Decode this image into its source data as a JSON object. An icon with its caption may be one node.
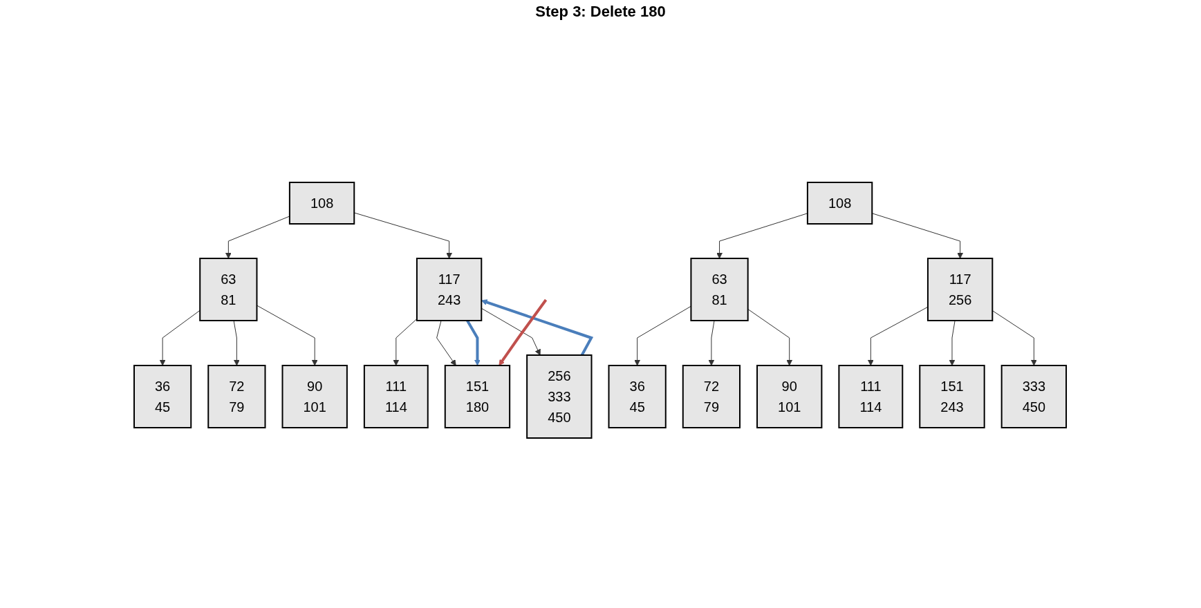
{
  "diagram": {
    "nodes": [
      {
        "text": [
          "108"
        ]
      },
      {
        "text": [
          "63",
          "81"
        ]
      },
      {
        "text": [
          "117",
          "243"
        ]
      },
      {
        "text": [
          "36",
          "45"
        ]
      },
      {
        "text": [
          "72",
          "79"
        ]
      },
      {
        "text": [
          "90",
          "101"
        ]
      },
      {
        "text": [
          "111",
          "114"
        ]
      },
      {
        "text": [
          "151",
          "180"
        ]
      },
      {
        "text": [
          "256",
          "333",
          "450"
        ]
      },
      {
        "text": [
          "108"
        ]
      },
      {
        "text": [
          "63",
          "81"
        ]
      },
      {
        "text": [
          "117",
          "256"
        ]
      },
      {
        "text": [
          "36",
          "45"
        ]
      },
      {
        "text": [
          "72",
          "79"
        ]
      },
      {
        "text": [
          "90",
          "101"
        ]
      },
      {
        "text": [
          "111",
          "114"
        ]
      },
      {
        "text": [
          "151",
          "243"
        ]
      },
      {
        "text": [
          "333",
          "450"
        ]
      }
    ],
    "edges": [
      {
        "from": 0,
        "to": 1,
        "arrow": "to"
      },
      {
        "from": 0,
        "to": 2,
        "arrow": "to"
      },
      {
        "from": 1,
        "to": 3,
        "arrow": "to"
      },
      {
        "from": 1,
        "to": 4,
        "arrow": "to"
      },
      {
        "from": 1,
        "to": 5,
        "arrow": "to"
      },
      {
        "from": 2,
        "to": 6,
        "arrow": "to"
      },
      {
        "from": 2,
        "to": 7,
        "arrow": "to"
      },
      {
        "from": 2,
        "to": 8,
        "arrow": "to"
      },
      {
        "from": 2,
        "to": 7,
        "arrow": "to",
        "style": "thick",
        "color": "#4a7ebb"
      },
      {
        "from": 8,
        "to": 2,
        "arrow": "to",
        "style": "thick",
        "color": "#4a7ebb"
      },
      {
        "from": null,
        "to": 7,
        "arrow": "to",
        "style": "thick",
        "color": "#c0504d"
      },
      {
        "from": 9,
        "to": 10,
        "arrow": "to"
      },
      {
        "from": 9,
        "to": 11,
        "arrow": "to"
      },
      {
        "from": 10,
        "to": 12,
        "arrow": "to"
      },
      {
        "from": 10,
        "to": 13,
        "arrow": "to"
      },
      {
        "from": 10,
        "to": 14,
        "arrow": "to"
      },
      {
        "from": 11,
        "to": 15,
        "arrow": "to"
      },
      {
        "from": 11,
        "to": 16,
        "arrow": "to"
      },
      {
        "from": 11,
        "to": 17,
        "arrow": "to"
      }
    ],
    "labels": [
      "Step 3: Delete 180"
    ]
  }
}
